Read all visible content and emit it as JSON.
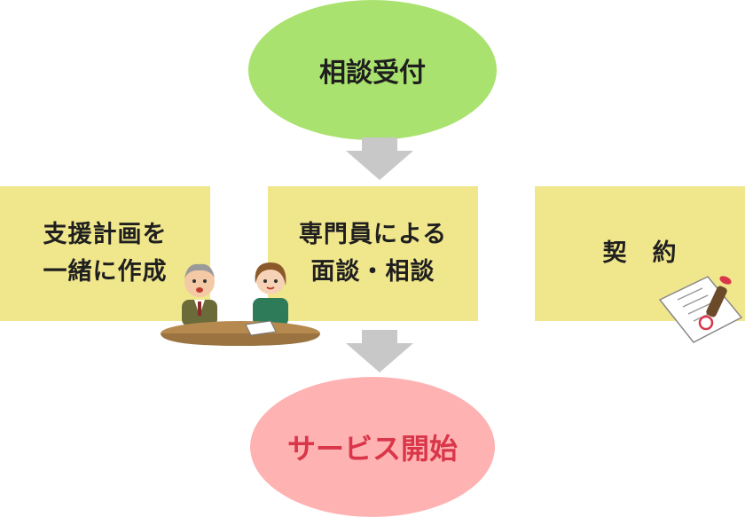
{
  "nodes": {
    "intake": "相談受付",
    "plan": [
      "支援計画を",
      "一緒に作成"
    ],
    "consult": [
      "専門員による",
      "面談・相談"
    ],
    "contract": "契　約",
    "start": "サービス開始"
  },
  "colors": {
    "intake": "#a9e26e",
    "box": "#f0e68c",
    "start_fill": "#ffb2b2",
    "start_text": "#d9364a",
    "arrow": "#c8c8c8"
  },
  "icons": [
    "meeting-illustration-icon",
    "contract-stamp-icon"
  ]
}
